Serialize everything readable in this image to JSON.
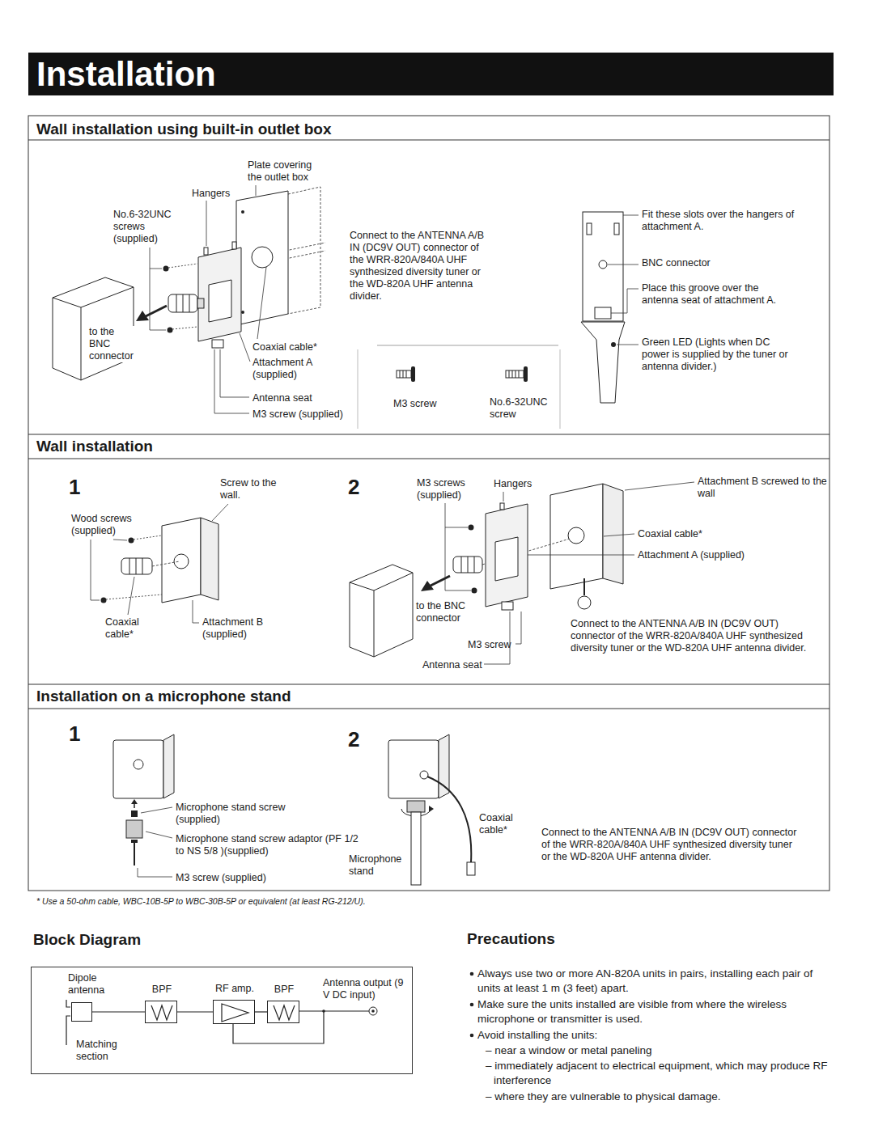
{
  "diagram": {
    "title": "Installation",
    "nodes": [
      {
        "text": [
          "Block Diagram",
          "Dipole antenna",
          "Antenna output (9 V DC input)"
        ]
      },
      {
        "text": [
          "Matching section"
        ],
        "in": 0
      },
      {
        "text": [
          "BPF"
        ],
        "in": 0
      },
      {
        "text": [
          "RF amp."
        ],
        "in": 0
      },
      {
        "text": [
          "BPF"
        ],
        "in": 0
      }
    ],
    "edges": [
      {
        "from": 1,
        "to": 2,
        "arrow": "none"
      },
      {
        "from": 2,
        "to": 3,
        "arrow": "none"
      },
      {
        "from": 3,
        "to": 4,
        "arrow": "none"
      }
    ],
    "labels": [
      "Wall installation using built-in outlet box",
      "Plate covering the outlet box",
      "Hangers",
      "No.6-32UNC screws (supplied)",
      "Connect to the ANTENNA A/B IN (DC9V OUT) connector of the WRR-820A/840A UHF synthesized diversity tuner or the WD-820A UHF antenna divider.",
      "to the BNC connector",
      "Coaxial cable*",
      "Attachment A (supplied)",
      "Antenna seat",
      "M3 screw (supplied)",
      "M3 screw",
      "No.6-32UNC screw",
      "Fit these slots over the hangers of attachment A.",
      "BNC connector",
      "Place this groove over the antenna seat of attachment A.",
      "Green LED (Lights when DC power is supplied by the tuner or antenna divider.)",
      "Wall installation",
      "1",
      "Screw to the wall.",
      "Wood screws (supplied)",
      "Coaxial cable*",
      "Attachment B (supplied)",
      "2",
      "M3 screws (supplied)",
      "Hangers",
      "Attachment B screwed to the wall",
      "Coaxial cable*",
      "Attachment A (supplied)",
      "to the BNC connector",
      "M3 screw",
      "Antenna seat",
      "Connect to the ANTENNA A/B IN (DC9V OUT) connector of the WRR-820A/840A UHF synthesized diversity tuner or the WD-820A UHF antenna divider.",
      "Installation on a microphone stand",
      "1",
      "2",
      "Microphone stand screw (supplied)",
      "Microphone stand screw adaptor (PF 1/2 to NS 5/8 )(supplied)",
      "M3 screw (supplied)",
      "Microphone stand",
      "Coaxial cable*",
      "Connect to the ANTENNA A/B IN (DC9V OUT) connector of the WRR-820A/840A UHF synthesized diversity tuner or the WD-820A UHF antenna divider.",
      "* Use a 50-ohm cable, WBC-10B-5P to WBC-30B-5P or equivalent (at least RG-212/U).",
      "Precautions",
      "Always use two or more AN-820A units in pairs, installing each pair of units at least 1 m (3 feet) apart.",
      "Make sure the units installed are visible from where the wireless microphone or transmitter is used.",
      "Avoid installing the units:",
      "– near a window or metal paneling",
      "– immediately adjacent to electrical equipment, which may produce RF interference",
      "– where they are vulnerable to physical damage."
    ]
  }
}
